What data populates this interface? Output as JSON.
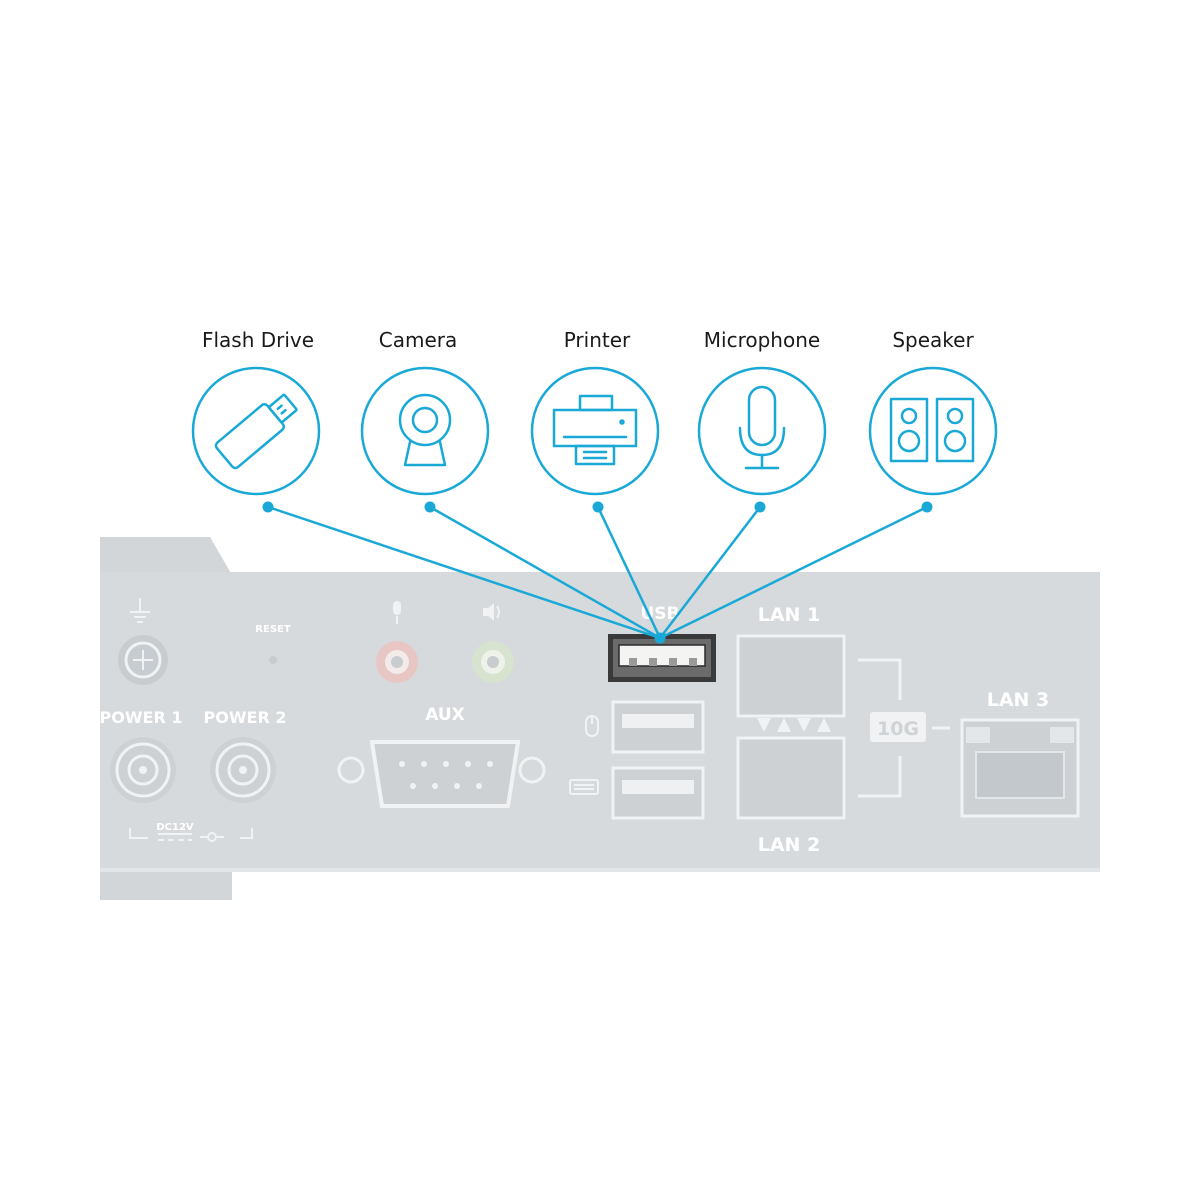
{
  "devices": [
    {
      "label": "Flash Drive",
      "icon": "flash-drive-icon"
    },
    {
      "label": "Camera",
      "icon": "webcam-icon"
    },
    {
      "label": "Printer",
      "icon": "printer-icon"
    },
    {
      "label": "Microphone",
      "icon": "microphone-icon"
    },
    {
      "label": "Speaker",
      "icon": "speaker-icon"
    }
  ],
  "panel": {
    "power1": "POWER 1",
    "power2": "POWER 2",
    "reset": "RESET",
    "aux": "AUX",
    "usb": "USB",
    "lan1": "LAN 1",
    "lan2": "LAN 2",
    "lan3": "LAN 3",
    "speed": "10G",
    "dc": "DC12V"
  },
  "colors": {
    "accent": "#1aa9d6",
    "panel": "#d6dadd",
    "panel_detail": "#eef0f1",
    "usb_port": "#4a4a4a"
  }
}
